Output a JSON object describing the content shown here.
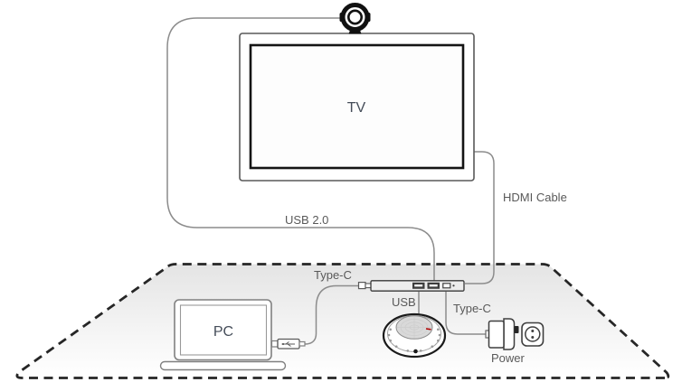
{
  "diagram": {
    "labels": {
      "tv": "TV",
      "pc": "PC",
      "usb_cable": "USB 2.0",
      "hdmi_cable": "HDMI Cable",
      "typec_hub": "Type-C",
      "usb_speakerphone": "USB",
      "typec_power": "Type-C",
      "power": "Power"
    },
    "icons": [
      "camera-icon",
      "tv-icon",
      "laptop-icon",
      "usb-connector-icon",
      "usb-hub-icon",
      "speakerphone-icon",
      "power-adapter-icon",
      "wall-socket-icon",
      "table-surface"
    ],
    "colors": {
      "cable": "#8c8c8c",
      "label_text": "#595959",
      "device_text": "#454d59",
      "dashed_border": "#262626",
      "table_fill_top": "#e4e4e4",
      "grille_fill": "#d9d9d9",
      "accent_red": "#b00000"
    }
  }
}
